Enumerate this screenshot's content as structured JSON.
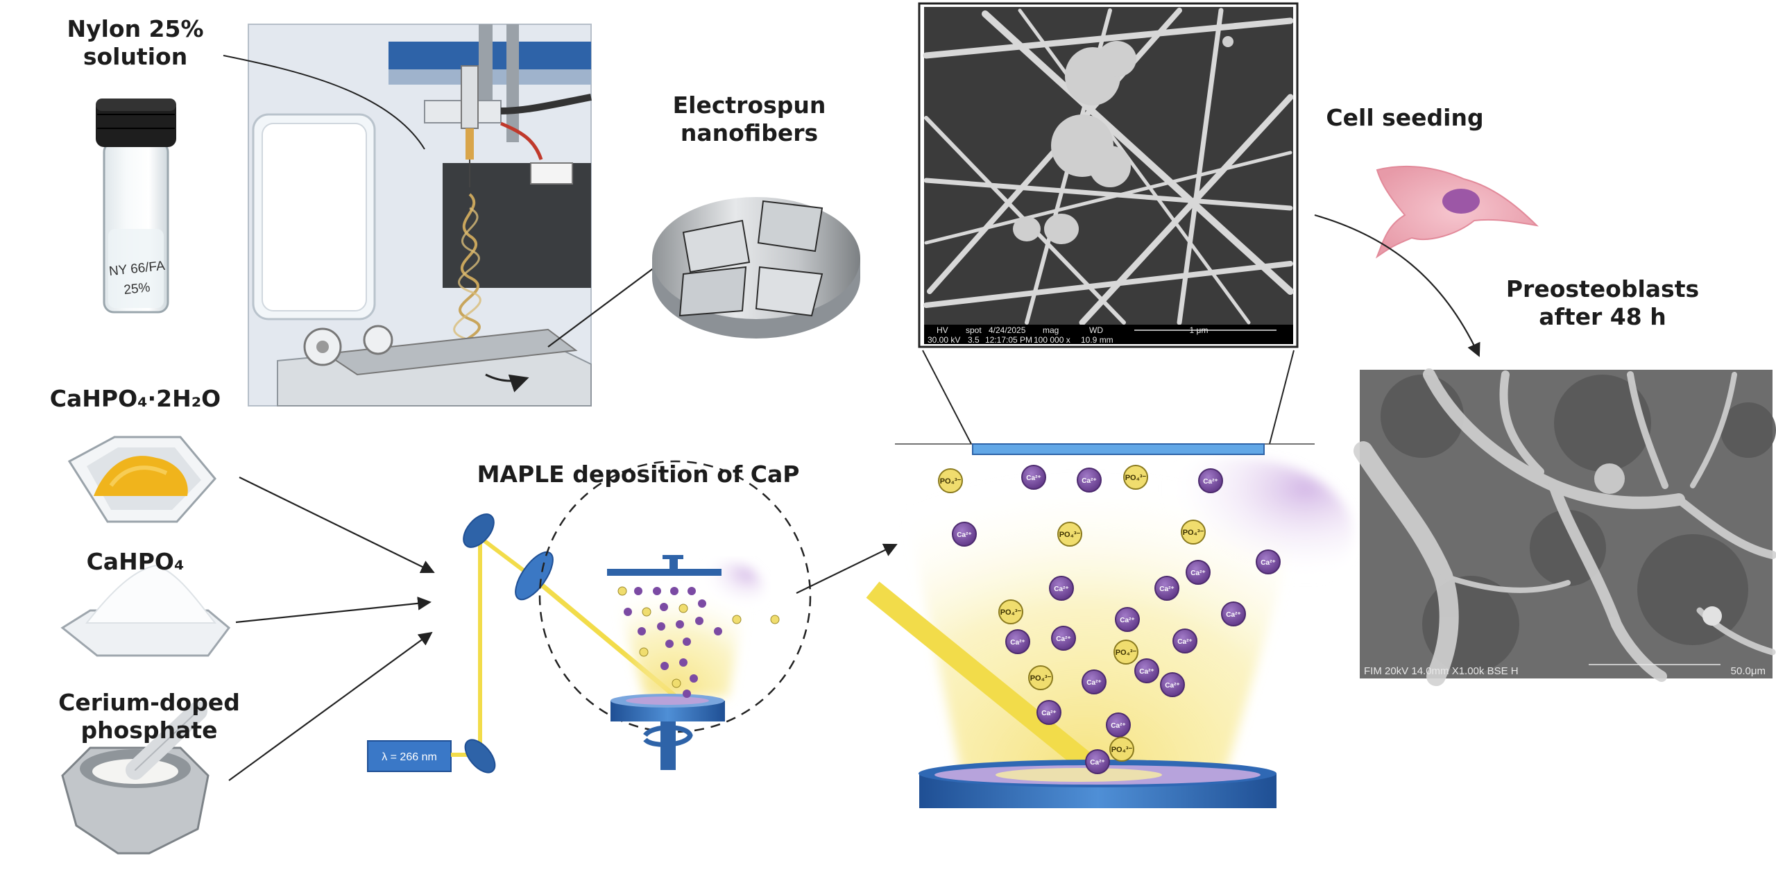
{
  "labels": {
    "nylon_line1": "Nylon 25%",
    "nylon_line2": "solution",
    "vial_text1": "NY 66/FA",
    "vial_text2": "25%",
    "electrospun_line1": "Electrospun",
    "electrospun_line2": "nanofibers",
    "cahpo4_2h2o": "CaHPO₄·2H₂O",
    "cahpo4": "CaHPO₄",
    "cerium": "Cerium-doped phosphate",
    "maple": "MAPLE deposition of CaP",
    "laser": "λ = 266 nm",
    "cell_seeding": "Cell seeding",
    "preosteo_line1": "Preosteoblasts",
    "preosteo_line2": "after 48 h"
  },
  "sem_top": {
    "hv_label": "HV",
    "hv_value": "30.00 kV",
    "spot_label": "spot",
    "spot_value": "3.5",
    "date": "4/24/2025",
    "time": "12:17:05 PM",
    "mag_label": "mag",
    "mag_value": "100 000 x",
    "wd_label": "WD",
    "wd_value": "10.9 mm",
    "scale": "1 μm"
  },
  "sem_cells": {
    "info": "FIM 20kV 14.0mm X1.00k BSE H",
    "scale": "50.0μm"
  },
  "ions": {
    "ca": "Ca²⁺",
    "po": "PO₄³⁻"
  },
  "colors": {
    "laser_yellow": "#f2dc4a",
    "calcium_purple": "#7b4aa3",
    "phosphate_yellow": "#f0dd6e",
    "blue_metal": "#3b78c4",
    "text_dark": "#1c1c1c"
  }
}
